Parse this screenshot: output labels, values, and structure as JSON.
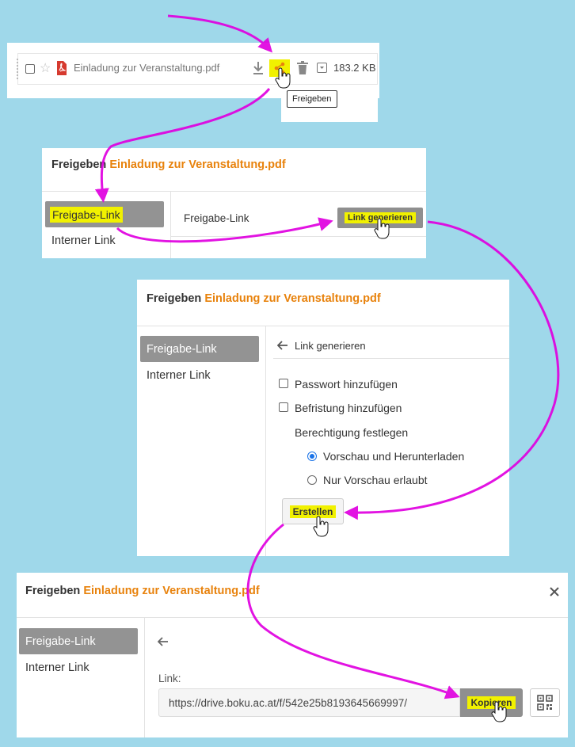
{
  "file_row": {
    "filename": "Einladung zur Veranstaltung.pdf",
    "size": "183.2 KB",
    "tooltip": "Freigeben",
    "icons": [
      "star-icon",
      "pdf-icon",
      "download-icon",
      "share-icon",
      "trash-icon",
      "dropdown-icon"
    ]
  },
  "dialog1": {
    "title_prefix": "Freigeben",
    "title_file": "Einladung zur Veranstaltung.pdf",
    "sidebar": [
      "Freigabe-Link",
      "Interner Link"
    ],
    "row_label": "Freigabe-Link",
    "generate_button": "Link generieren"
  },
  "dialog2": {
    "title_prefix": "Freigeben",
    "title_file": "Einladung zur Veranstaltung.pdf",
    "sidebar": [
      "Freigabe-Link",
      "Interner Link"
    ],
    "back_label": "Link generieren",
    "password_option": "Passwort hinzufügen",
    "expiry_option": "Befristung hinzufügen",
    "permission_heading": "Berechtigung festlegen",
    "radio_options": [
      "Vorschau und Herunterladen",
      "Nur Vorschau erlaubt"
    ],
    "selected_radio": 0,
    "create_button": "Erstellen"
  },
  "dialog3": {
    "title_prefix": "Freigeben",
    "title_file": "Einladung zur Veranstaltung.pdf",
    "sidebar": [
      "Freigabe-Link",
      "Interner Link"
    ],
    "link_label": "Link:",
    "link_value": "https://drive.boku.ac.at/f/542e25b8193645669997/",
    "copy_button": "Kopieren"
  },
  "colors": {
    "background": "#9fd8ea",
    "accent": "#e8820c",
    "highlight": "#f1f100",
    "arrow": "#e000e0"
  }
}
